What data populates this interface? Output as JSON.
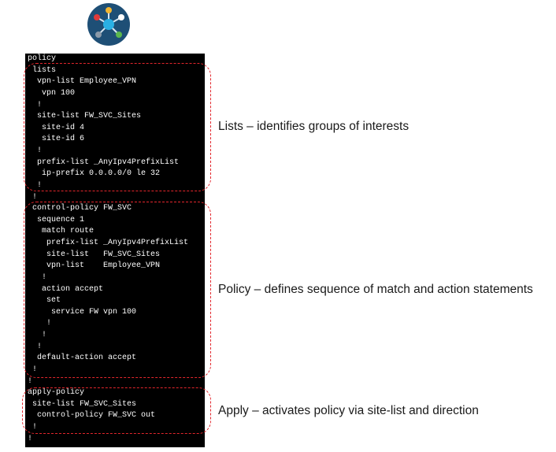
{
  "logo": {
    "icon": "network-hub-icon",
    "colors": {
      "bg": "#1e4f76",
      "hub": "#2ab0e4",
      "red": "#e03a3a",
      "yellow": "#f2b531",
      "white": "#ffffff",
      "green": "#5bb84d",
      "gray": "#8a99a8"
    }
  },
  "code_lines": [
    "policy",
    " lists",
    "  vpn-list Employee_VPN",
    "   vpn 100",
    "  !",
    "  site-list FW_SVC_Sites",
    "   site-id 4",
    "   site-id 6",
    "  !",
    "  prefix-list _AnyIpv4PrefixList",
    "   ip-prefix 0.0.0.0/0 le 32",
    "  !",
    " !",
    " control-policy FW_SVC",
    "  sequence 1",
    "   match route",
    "    prefix-list _AnyIpv4PrefixList",
    "    site-list   FW_SVC_Sites",
    "    vpn-list    Employee_VPN",
    "   !",
    "   action accept",
    "    set",
    "     service FW vpn 100",
    "    !",
    "   !",
    "  !",
    "  default-action accept",
    " !",
    "!",
    "apply-policy",
    " site-list FW_SVC_Sites",
    "  control-policy FW_SVC out",
    " !",
    "!"
  ],
  "annotations": {
    "lists": "Lists – identifies groups of interests",
    "policy": "Policy – defines sequence of match and action statements",
    "apply": "Apply – activates policy via site-list and direction"
  },
  "colors": {
    "terminal_bg": "#000000",
    "terminal_text": "#ffffff",
    "dash": "#e3262c"
  }
}
